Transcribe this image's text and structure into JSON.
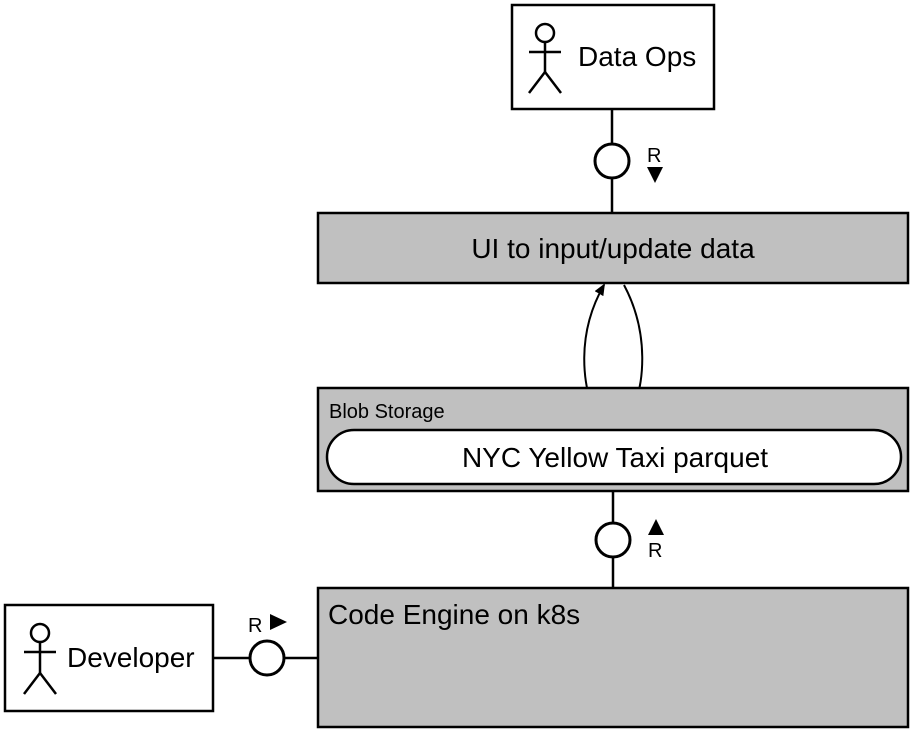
{
  "actors": {
    "data_ops": {
      "label": "Data Ops"
    },
    "developer": {
      "label": "Developer"
    }
  },
  "components": {
    "ui": {
      "label": "UI to input/update data"
    },
    "blob_storage": {
      "label": "Blob Storage",
      "item": {
        "label": "NYC Yellow Taxi parquet"
      }
    },
    "code_engine": {
      "label": "Code Engine on k8s"
    }
  },
  "connectors": {
    "data_ops_to_ui": {
      "label": "R",
      "direction": "down"
    },
    "storage_to_engine": {
      "label": "R",
      "direction": "up"
    },
    "developer_to_engine": {
      "label": "R",
      "direction": "right"
    }
  },
  "colors": {
    "component_fill": "#c0c0c0",
    "actor_fill": "#ffffff",
    "line": "#000000"
  }
}
